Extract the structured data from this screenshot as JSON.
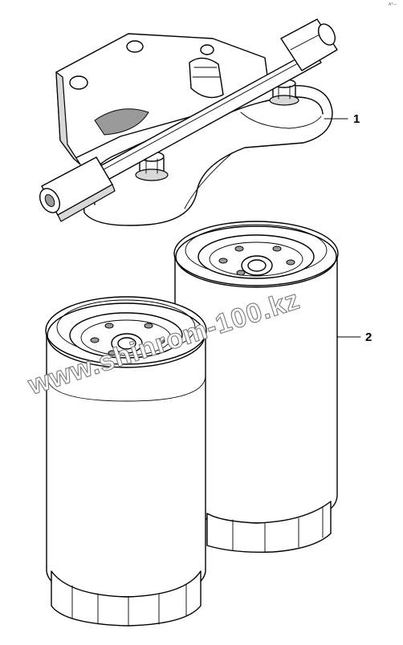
{
  "diagram": {
    "callouts": [
      {
        "id": "1",
        "label": "1"
      },
      {
        "id": "2",
        "label": "2"
      }
    ],
    "watermark": "www.shinrom-100.kz",
    "corner_mark": "A*—"
  }
}
